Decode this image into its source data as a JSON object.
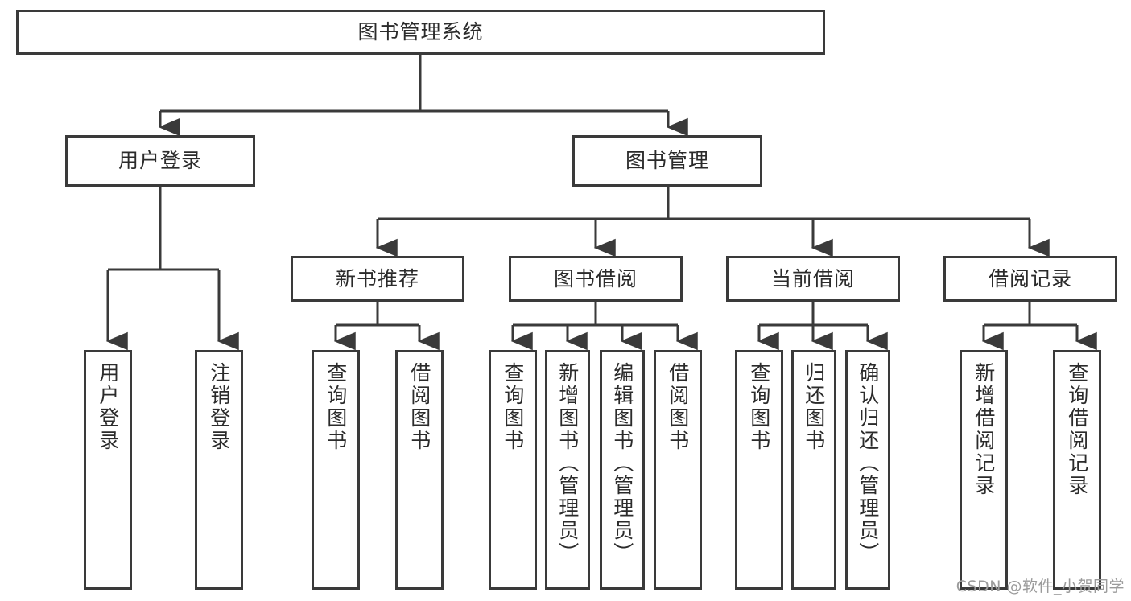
{
  "diagram": {
    "title": "图书管理系统",
    "type": "tree-hierarchy",
    "orientation": "top-down",
    "colors": {
      "background": "#ffffff",
      "box_border": "#3a3a3a",
      "box_fill": "#ffffff",
      "text": "#2b2b2b",
      "connector": "#3a3a3a",
      "watermark": "#9b9b9b"
    }
  },
  "root": {
    "label": "图书管理系统"
  },
  "level2": [
    {
      "label": "用户登录"
    },
    {
      "label": "图书管理"
    }
  ],
  "level3": [
    {
      "label": "新书推荐"
    },
    {
      "label": "图书借阅"
    },
    {
      "label": "当前借阅"
    },
    {
      "label": "借阅记录"
    }
  ],
  "leaves": {
    "user_login": [
      {
        "label": "用户登录"
      },
      {
        "label": "注销登录"
      }
    ],
    "new_book_recommend": [
      {
        "label": "查询图书"
      },
      {
        "label": "借阅图书"
      }
    ],
    "book_borrow": [
      {
        "label": "查询图书"
      },
      {
        "label": "新增图书（管理员）"
      },
      {
        "label": "编辑图书（管理员）"
      },
      {
        "label": "借阅图书"
      }
    ],
    "current_borrow": [
      {
        "label": "查询图书"
      },
      {
        "label": "归还图书"
      },
      {
        "label": "确认归还（管理员）"
      }
    ],
    "borrow_record": [
      {
        "label": "新增借阅记录"
      },
      {
        "label": "查询借阅记录"
      }
    ]
  },
  "watermark": {
    "text": "CSDN @软件_小贺同学"
  }
}
